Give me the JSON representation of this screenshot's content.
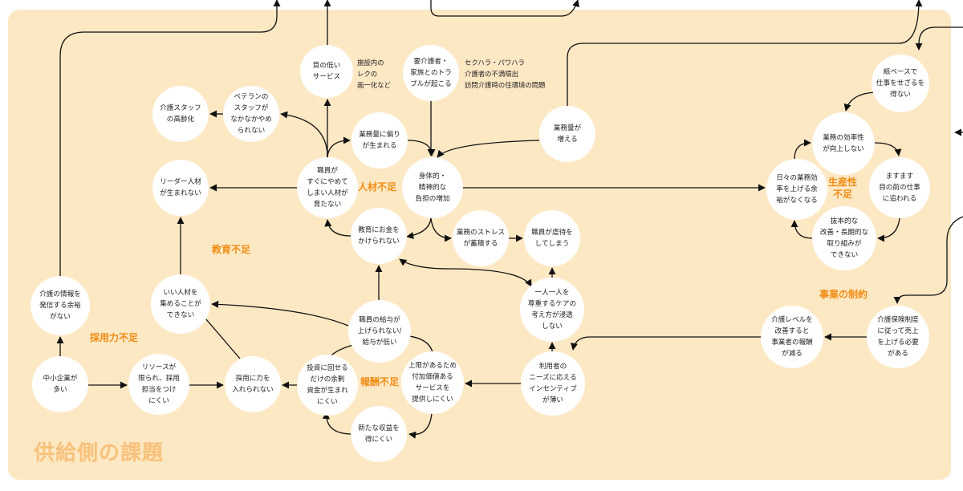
{
  "title": "供給側の課題",
  "categories": {
    "jinzai": "人材不足",
    "kyoiku": "教育不足",
    "saiyo": "採用力不足",
    "hoshu": "報酬不足",
    "seisansei": "生産性\n不足",
    "jigyo": "事業の制約"
  },
  "nodes": {
    "shitsu": "質の低い\nサービス",
    "veteran": "ベテランの\nスタッフが\nなかなかやめ\nられない",
    "koureika": "介護スタッフ\nの高齢化",
    "leader": "リーダー人材\nが生まれない",
    "shokuin_yameru": "職員が\nすぐにやめて\nしまい人材が\n育たない",
    "katayori": "業務量に偏り\nが生まれる",
    "yokaigo": "要介護者・\n家族とのトラ\nブルが起こる",
    "shinshin": "身体的・\n精神的な\n負担の増加",
    "gyomuryo": "業務量が\n増える",
    "kyoiku_kane": "教育にお金を\nかけられない",
    "stress": "業務のストレス\nが蓄積する",
    "gyakutai": "職員が虐待を\nしてしまう",
    "hitori": "一人一人を\n尊重するケアの\n考え方が浸透\nしない",
    "riyosha": "利用者の\nニーズに応える\nインセンティブ\nが薄い",
    "kyuyo": "職員の給与が\n上げられない/\n給与が低い",
    "jogen": "上限があるため\n付加価値ある\nサービスを\n提供しにくい",
    "shinki": "新たな収益を\n得にくい",
    "toshi": "投資に回せる\nだけの余剰\n資金が生まれ\nにくい",
    "saiyo_chikara": "採用に力を\n入れられない",
    "resource": "リソースが\n限られ、採用\n担当をつけ\nにくい",
    "chusho": "中小企業が\n多い",
    "johohasshin": "介護の情報を\n発信する余裕\nがない",
    "iijinzai": "いい人材を\n集めることが\nできない",
    "kamibase": "紙ベースで\n仕事をせざるを\n得ない",
    "koritsu": "業務の効率性\nが向上しない",
    "hibi": "日々の業務効\n率を上げる余\n裕がなくなる",
    "masumasu": "ますます\n目の前の仕事\nに追われる",
    "bappon": "抜本的な\n改善・長期的な\n取り組みが\nできない",
    "hoken": "介護保険制度\nに従って売上\nを上げる必要\nがある",
    "kaigolevel": "介護レベルを\n改善すると\n事業者の報酬\nが減る"
  },
  "notes": {
    "shisetsu": "施設内の\nレクの\n画一化など",
    "sekuhara": "セクハラ・パワハラ\n介護者の不満噴出\n訪問介護時の住環境の問題"
  },
  "colors": {
    "panel": "#fde8c4",
    "category": "#f08c14",
    "title": "#f8c17a",
    "line": "#111111",
    "node": "#ffffff"
  }
}
